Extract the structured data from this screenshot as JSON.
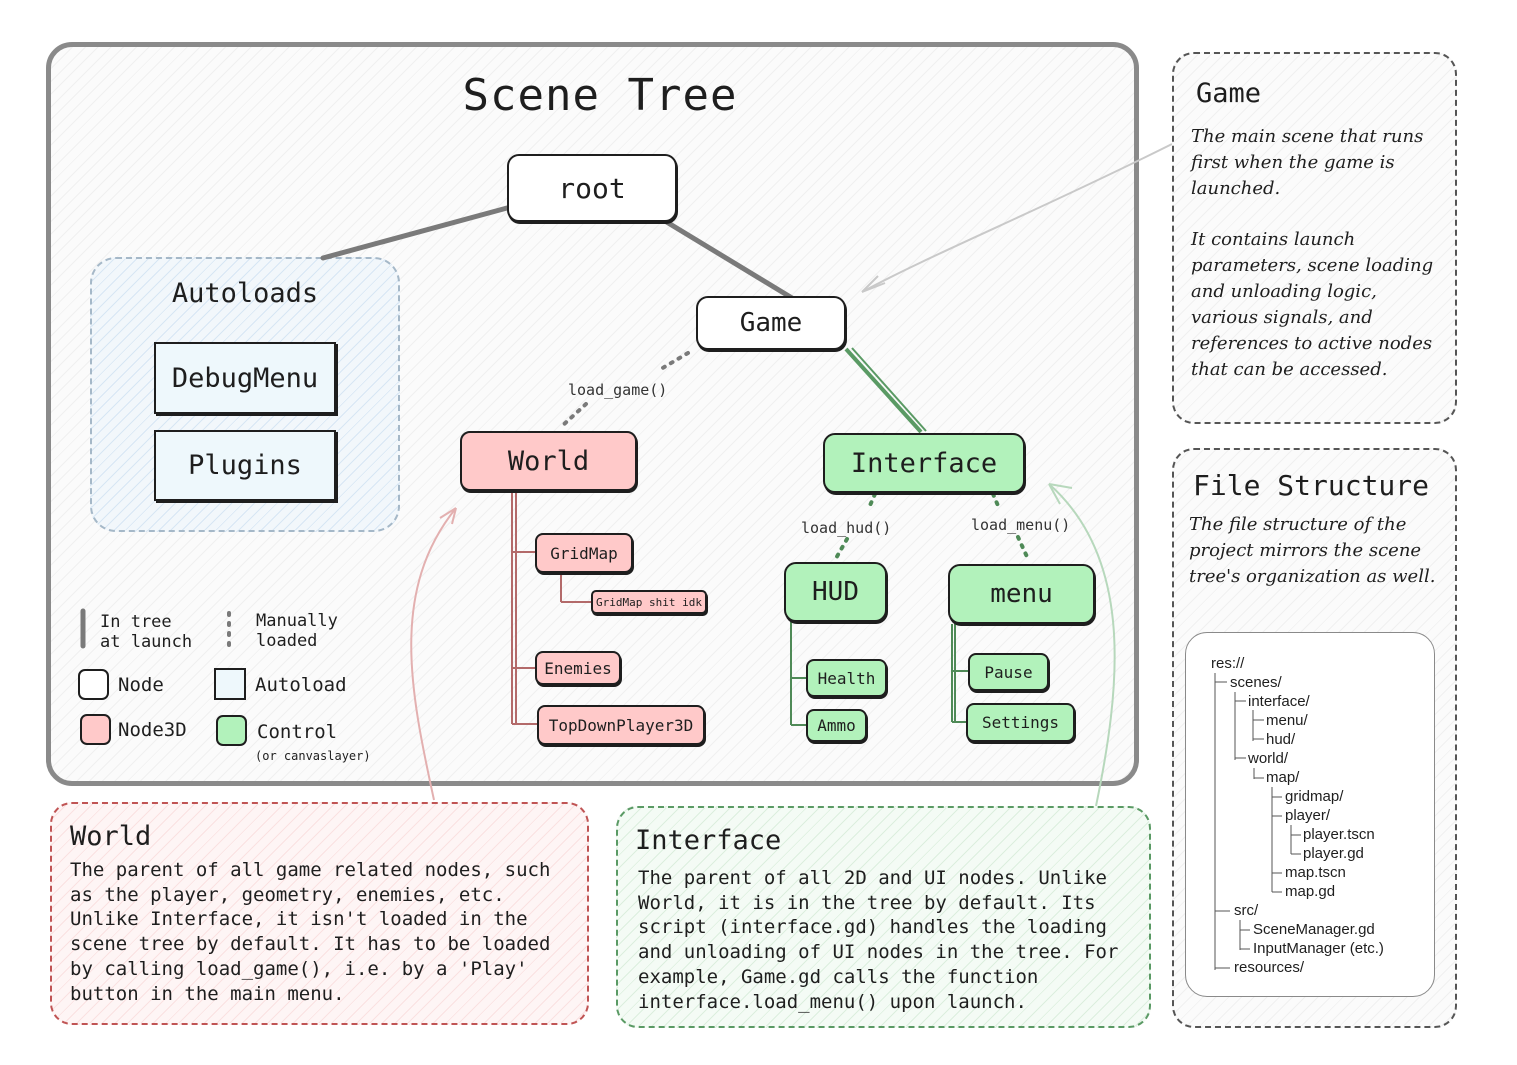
{
  "title": "Scene Tree",
  "autoloads": {
    "title": "Autoloads",
    "items": [
      "DebugMenu",
      "Plugins"
    ]
  },
  "nodes": {
    "root": "root",
    "game": "Game",
    "world": "World",
    "interface": "Interface",
    "gridmap": "GridMap",
    "gridmap_child": "GridMap shit idk",
    "enemies": "Enemies",
    "player": "TopDownPlayer3D",
    "hud": "HUD",
    "menu": "menu",
    "health": "Health",
    "ammo": "Ammo",
    "pause": "Pause",
    "settings": "Settings"
  },
  "edge_labels": {
    "load_game": "load_game()",
    "load_hud": "load_hud()",
    "load_menu": "load_menu()"
  },
  "legend": {
    "in_tree": "In tree\nat launch",
    "manually_loaded": "Manually\nloaded",
    "node": "Node",
    "autoload": "Autoload",
    "node3d": "Node3D",
    "control": "Control",
    "control_note": "(or canvaslayer)"
  },
  "panels": {
    "game": {
      "title": "Game",
      "p1": "The main scene that runs first when the game is launched.",
      "p2": "It contains launch parameters, scene loading and unloading logic, various signals, and references to active nodes that can be accessed."
    },
    "file_structure": {
      "title": "File Structure",
      "body": "The file structure of the project mirrors the scene tree's organization as well."
    },
    "world": {
      "title": "World",
      "body": "The parent of all game related nodes, such as the player, geometry, enemies, etc. Unlike Interface, it isn't loaded in the scene tree by default. It has to be loaded by calling load_game(), i.e. by a 'Play' button in the main menu."
    },
    "interface": {
      "title": "Interface",
      "body": "The parent of all 2D and UI nodes. Unlike World, it is in the tree by default. Its script (interface.gd) handles the loading and unloading of UI nodes in the tree. For example, Game.gd calls the function interface.load_menu() upon launch."
    }
  },
  "file_tree": [
    "res://",
    "scenes/",
    "interface/",
    "menu/",
    "hud/",
    "world/",
    "map/",
    "gridmap/",
    "player/",
    "player.tscn",
    "player.gd",
    "map.tscn",
    "map.gd",
    "src/",
    "SceneManager.gd",
    "InputManager (etc.)",
    "resources/"
  ],
  "colors": {
    "node3d_fill": "#ffc9c9",
    "control_fill": "#b2f2bb",
    "autoload_fill": "#eef8fc",
    "node3d_line": "#b36a6a",
    "control_line": "#4f8a57",
    "edge_gray": "#7a7a7a"
  }
}
